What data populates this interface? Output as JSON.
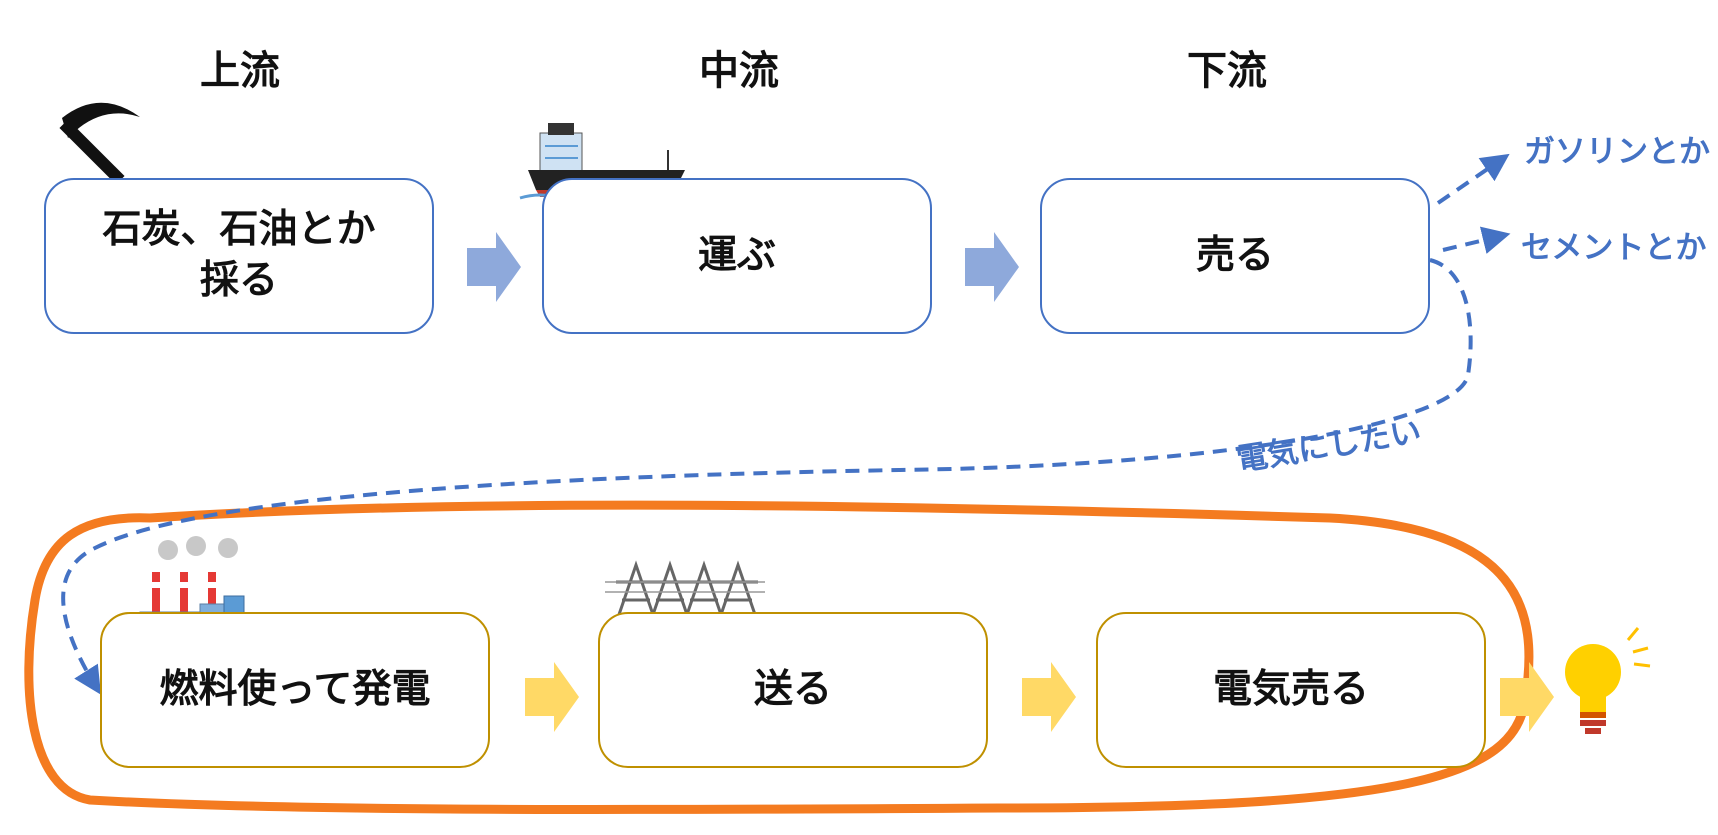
{
  "headers": {
    "upstream": "上流",
    "midstream": "中流",
    "downstream": "下流"
  },
  "top_row": {
    "step1_line1": "石炭、石油とか",
    "step1_line2": "採る",
    "step2": "運ぶ",
    "step3": "売る"
  },
  "branches": {
    "gasoline": "ガソリンとか",
    "cement": "セメントとか",
    "electricity_wish": "電気にしたい"
  },
  "bottom_row": {
    "step1": "燃料使って発電",
    "step2": "送る",
    "step3": "電気売る"
  },
  "colors": {
    "top_arrow": "#8EA9DB",
    "bottom_arrow": "#FFD966",
    "dashed_line": "#4472C4",
    "highlight_loop": "#F47B20"
  },
  "icons": {
    "upstream": "pickaxe-icon",
    "midstream": "ship-icon",
    "power_plant": "factory-icon",
    "transmission": "power-tower-icon",
    "result": "lightbulb-icon"
  }
}
